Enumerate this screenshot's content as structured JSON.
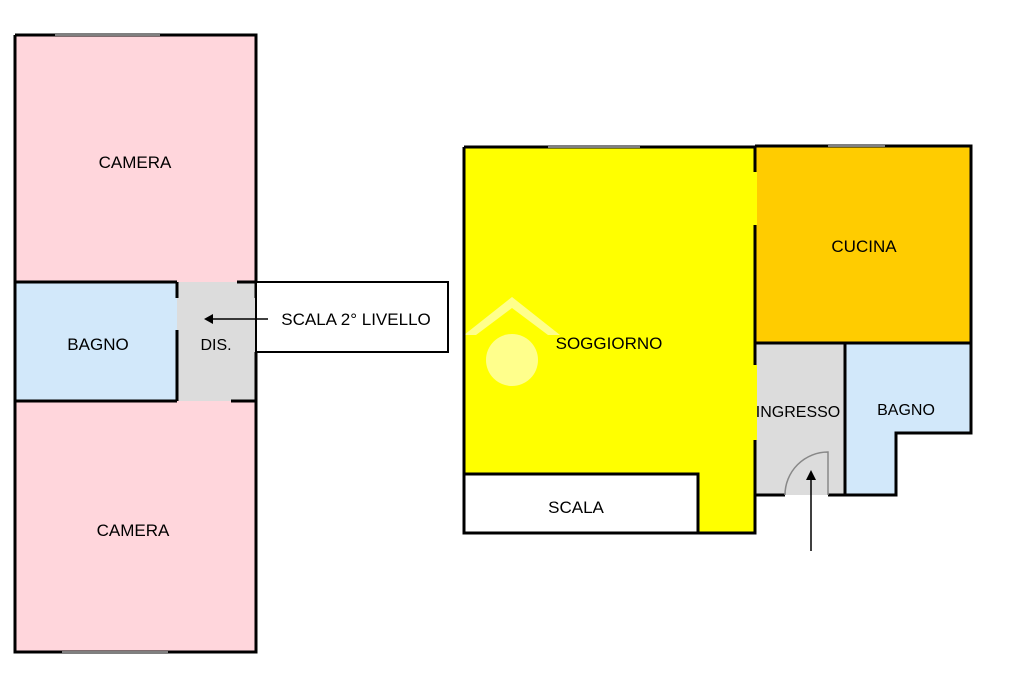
{
  "upper_floor": {
    "camera_top": "CAMERA",
    "bagno": "BAGNO",
    "dis": "DIS.",
    "camera_bottom": "CAMERA",
    "stair_label": "SCALA 2° LIVELLO"
  },
  "ground_floor": {
    "soggiorno": "SOGGIORNO",
    "cucina": "CUCINA",
    "ingresso": "INGRESSO",
    "bagno": "BAGNO",
    "scala": "SCALA"
  },
  "colors": {
    "camera": "#ffd6dc",
    "bagno": "#d2e8fa",
    "dis": "#dcdcdc",
    "soggiorno": "#ffff00",
    "cucina": "#ffcc00",
    "ingresso": "#dcdcdc",
    "watermark": "#ffffff"
  }
}
